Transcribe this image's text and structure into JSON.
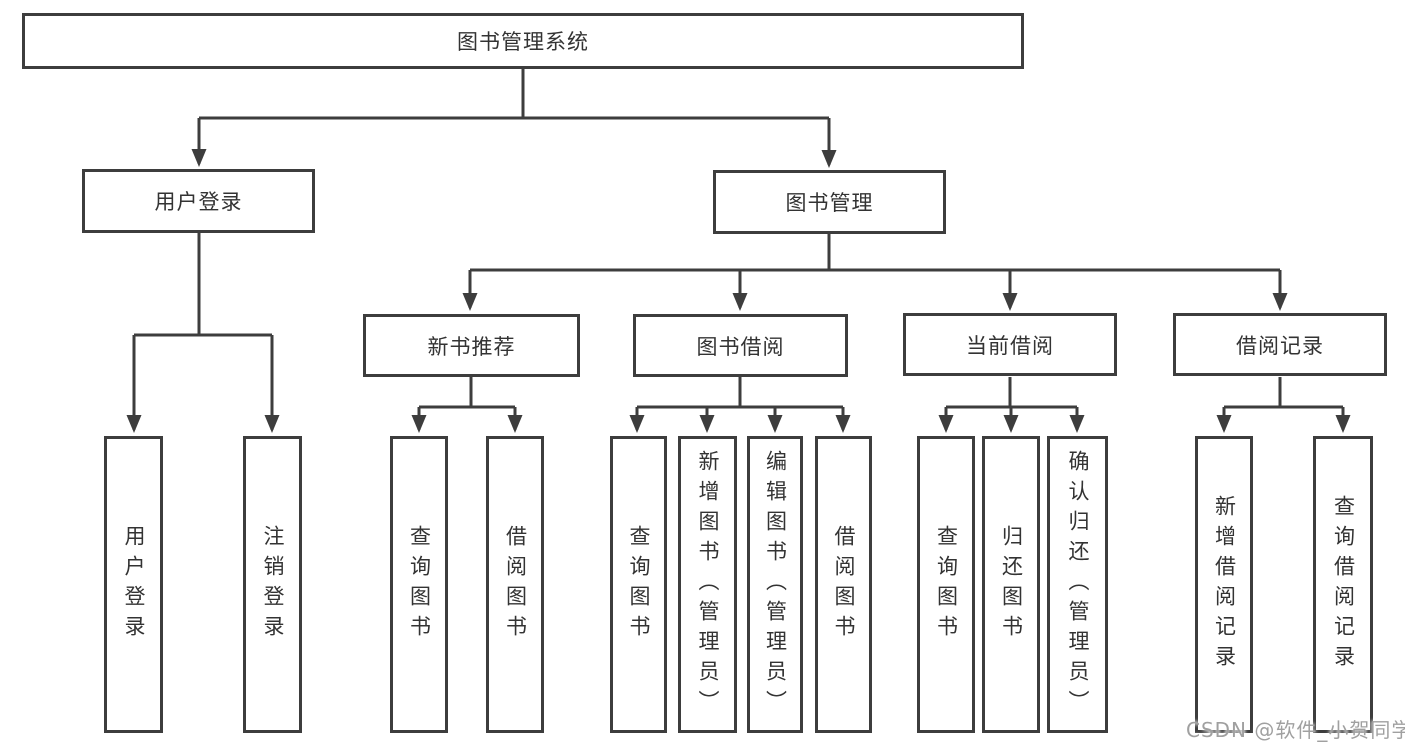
{
  "diagram": {
    "root": {
      "label": "图书管理系统",
      "children": [
        {
          "label": "用户登录",
          "children": [
            {
              "label": "用户登录"
            },
            {
              "label": "注销登录"
            }
          ]
        },
        {
          "label": "图书管理",
          "children": [
            {
              "label": "新书推荐",
              "children": [
                {
                  "label": "查询图书"
                },
                {
                  "label": "借阅图书"
                }
              ]
            },
            {
              "label": "图书借阅",
              "children": [
                {
                  "label": "查询图书"
                },
                {
                  "label": "新增图书（管理员）"
                },
                {
                  "label": "编辑图书（管理员）"
                },
                {
                  "label": "借阅图书"
                }
              ]
            },
            {
              "label": "当前借阅",
              "children": [
                {
                  "label": "查询图书"
                },
                {
                  "label": "归还图书"
                },
                {
                  "label": "确认归还（管理员）"
                }
              ]
            },
            {
              "label": "借阅记录",
              "children": [
                {
                  "label": "新增借阅记录"
                },
                {
                  "label": "查询借阅记录"
                }
              ]
            }
          ]
        }
      ]
    }
  },
  "watermark": {
    "text": "CSDN @软件_小贺同学"
  },
  "colors": {
    "line": "#3d3d3d",
    "text": "#333333",
    "watermark": "#a0a0a0",
    "background": "#ffffff"
  }
}
